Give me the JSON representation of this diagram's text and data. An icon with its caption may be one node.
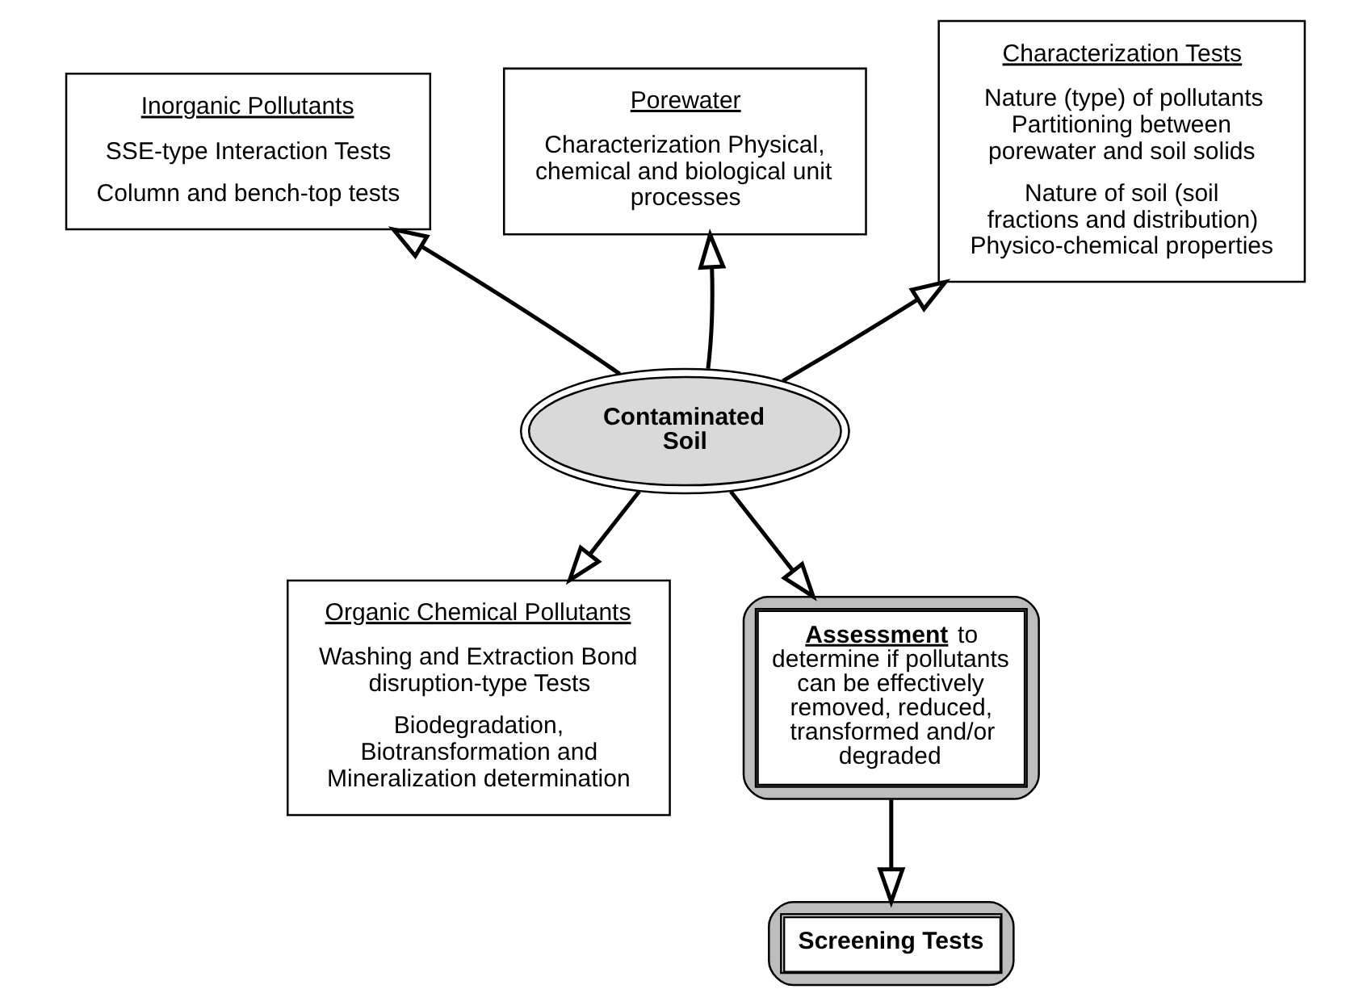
{
  "diagram": {
    "nodes": [
      {
        "text": [
          "Contaminated Soil"
        ]
      },
      {
        "text": [
          "Inorganic Pollutants",
          "SSE-type Interaction Tests",
          "Column and bench-top tests"
        ]
      },
      {
        "text": [
          "Porewater",
          "Characterization Physical, chemical and biological unit processes"
        ]
      },
      {
        "text": [
          "Characterization Tests",
          "Nature (type) of pollutants Partitioning between porewater and soil solids",
          "Nature of soil (soil fractions and distribution) Physico-chemical properties"
        ]
      },
      {
        "text": [
          "Organic Chemical Pollutants",
          "Washing and Extraction Bond disruption-type Tests",
          "Biodegradation, Biotransformation and Mineralization determination"
        ]
      },
      {
        "text": [
          "**Assessment** to determine if pollutants can be effectively removed, reduced, transformed and/or degraded"
        ]
      },
      {
        "text": [
          "Screening Tests"
        ]
      }
    ],
    "edges": [
      {
        "from": 0,
        "to": 1,
        "arrow": "to"
      },
      {
        "from": 0,
        "to": 2,
        "arrow": "to"
      },
      {
        "from": 0,
        "to": 3,
        "arrow": "to"
      },
      {
        "from": 0,
        "to": 4,
        "arrow": "to"
      },
      {
        "from": 0,
        "to": 5,
        "arrow": "to"
      },
      {
        "from": 5,
        "to": 6,
        "arrow": "to"
      }
    ]
  }
}
